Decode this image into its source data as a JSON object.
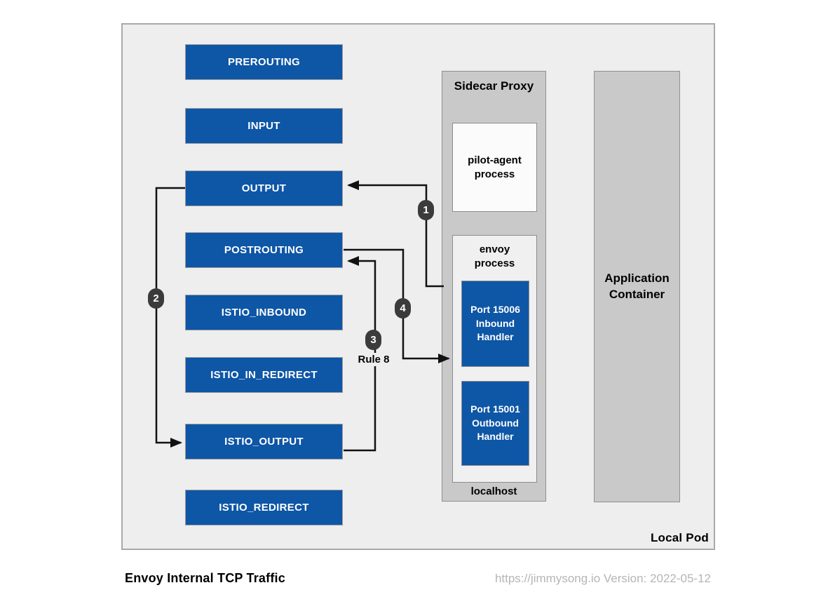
{
  "diagram": {
    "title": "Envoy Internal TCP Traffic",
    "attribution": "https://jimmysong.io Version: 2022-05-12"
  },
  "pod": {
    "label": "Local Pod"
  },
  "chains": [
    {
      "label": "PREROUTING"
    },
    {
      "label": "INPUT"
    },
    {
      "label": "OUTPUT"
    },
    {
      "label": "POSTROUTING"
    },
    {
      "label": "ISTIO_INBOUND"
    },
    {
      "label": "ISTIO_IN_REDIRECT"
    },
    {
      "label": "ISTIO_OUTPUT"
    },
    {
      "label": "ISTIO_REDIRECT"
    }
  ],
  "sidecar": {
    "title": "Sidecar Proxy",
    "pilot_agent": "pilot-agent process",
    "envoy_process": "envoy process",
    "inbound_handler": "Port 15006 Inbound Handler",
    "outbound_handler": "Port 15001 Outbound Handler",
    "localhost": "localhost"
  },
  "application": {
    "label": "Application Container"
  },
  "steps": [
    {
      "number": "1"
    },
    {
      "number": "2"
    },
    {
      "number": "3"
    },
    {
      "number": "4"
    }
  ],
  "annotations": {
    "rule": "Rule 8"
  },
  "colors": {
    "chain_blue": "#0e56a6",
    "container_gray": "#c9c9c9",
    "pod_background": "#eeeeee",
    "badge_dark": "#3b3b3b",
    "attribution_gray": "#b5b5b5"
  }
}
